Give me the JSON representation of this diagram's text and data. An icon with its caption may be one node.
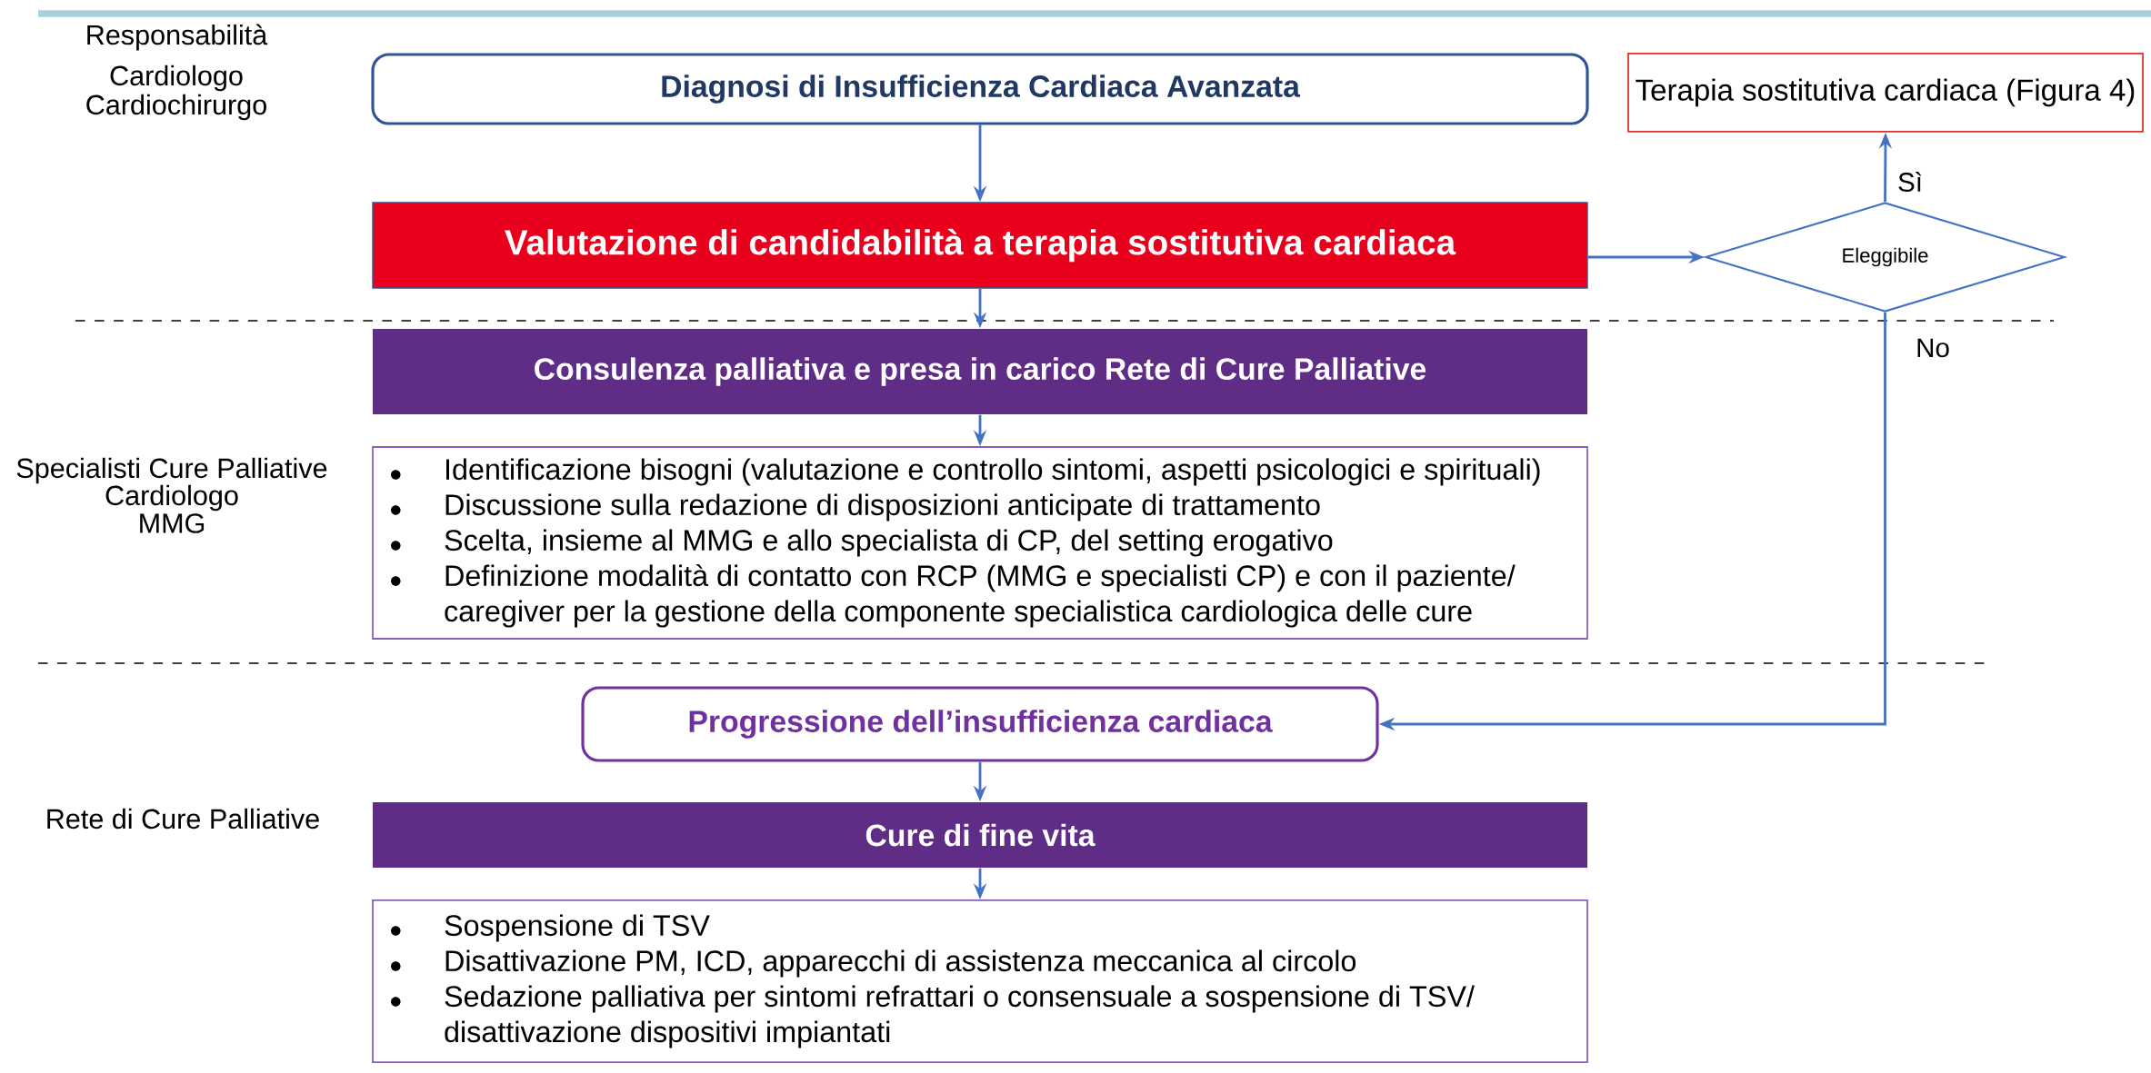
{
  "diagram": {
    "nodes": [
      {
        "text": [
          "Diagnosi di  Insufficienza Cardiaca Avanzata"
        ]
      },
      {
        "text": [
          "Valutazione di candidabilità a terapia sostitutiva cardiaca"
        ]
      },
      {
        "text": [
          "Eleggibile"
        ]
      },
      {
        "text": [
          "Terapia sostitutiva cardiaca (Figura 4)"
        ]
      },
      {
        "text": [
          "Consulenza palliativa e presa in carico Rete di Cure Palliative"
        ]
      },
      {
        "text": [
          "Identificazione bisogni (valutazione e controllo sintomi, aspetti psicologici e spirituali)",
          "Discussione sulla redazione di disposizioni anticipate di trattamento",
          "Scelta, insieme al MMG e allo specialista di CP, del setting erogativo",
          "Definizione modalità di contatto con RCP (MMG e specialisti CP) e con il paziente/ caregiver per la gestione della componente specialistica cardiologica delle cure"
        ]
      },
      {
        "text": [
          "Progressione dell’insufficienza cardiaca"
        ]
      },
      {
        "text": [
          "Cure di fine vita"
        ]
      },
      {
        "text": [
          "Sospensione di TSV",
          "Disattivazione PM, ICD, apparecchi di assistenza meccanica al circolo",
          "Sedazione palliativa per sintomi refrattari o consensuale a sospensione di TSV/ disattivazione dispositivi impiantati"
        ]
      }
    ],
    "edges": [
      {
        "from": 0,
        "to": 1,
        "arrow": "to"
      },
      {
        "from": 1,
        "to": 4,
        "arrow": "to"
      },
      {
        "from": 4,
        "to": 5,
        "arrow": "to"
      },
      {
        "from": 1,
        "to": 2,
        "arrow": "to"
      },
      {
        "from": 2,
        "to": 3,
        "arrow": "to",
        "label": "Sì"
      },
      {
        "from": 2,
        "to": 6,
        "arrow": "to",
        "label": "No"
      },
      {
        "from": 6,
        "to": 7,
        "arrow": "to"
      },
      {
        "from": 7,
        "to": 8,
        "arrow": "to"
      }
    ],
    "labels": [
      "Responsabilità",
      "Cardiologo",
      "Cardiochirurgo",
      "Specialisti Cure Palliative",
      "Cardiologo",
      "MMG",
      "Rete di Cure Palliative"
    ]
  }
}
